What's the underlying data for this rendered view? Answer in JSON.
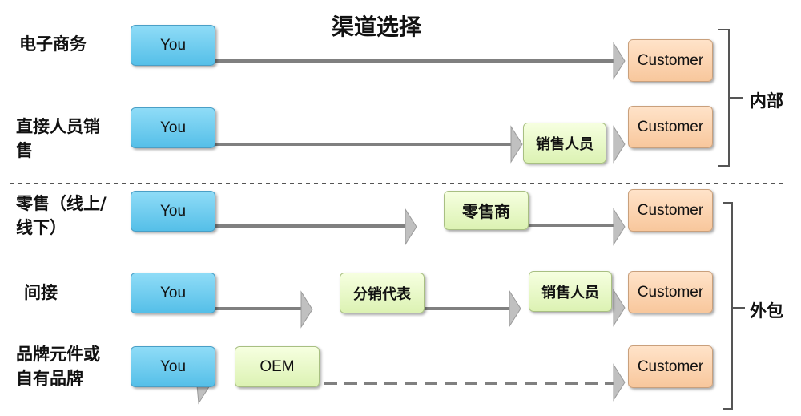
{
  "title": "渠道选择",
  "rows": [
    {
      "label": "电子商务",
      "source": "You",
      "intermediaries": [],
      "target": "Customer"
    },
    {
      "label": "直接人员销售",
      "source": "You",
      "intermediaries": [
        "销售人员"
      ],
      "target": "Customer"
    },
    {
      "label": "零售（线上/线下）",
      "source": "You",
      "intermediaries": [
        "零售商"
      ],
      "target": "Customer"
    },
    {
      "label": "间接",
      "source": "You",
      "intermediaries": [
        "分销代表",
        "销售人员"
      ],
      "target": "Customer"
    },
    {
      "label": "品牌元件或自有品牌",
      "source": "You",
      "intermediaries": [
        "OEM"
      ],
      "target": "Customer"
    }
  ],
  "groups": {
    "internal": "内部",
    "outsourced": "外包"
  },
  "colors": {
    "source": "#6dcdf0",
    "target": "#fbd5b2",
    "intermediary": "#e6f7c6",
    "line": "#808080",
    "arrowhead": "#c0c0c0"
  }
}
